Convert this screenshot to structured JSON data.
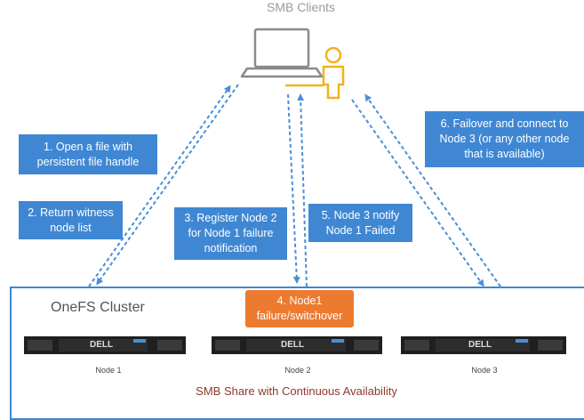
{
  "clients": {
    "title": "SMB Clients"
  },
  "steps": [
    {
      "text": "1. Open a file with persistent file handle"
    },
    {
      "text": "2. Return witness node list"
    },
    {
      "text": "3. Register Node 2 for Node 1 failure notification"
    },
    {
      "text": "5. Node 3 notify Node 1 Failed"
    },
    {
      "text": "6. Failover and connect to Node 3 (or any other node that is available)"
    }
  ],
  "cluster": {
    "title": "OneFS Cluster",
    "failure_label": "4. Node1 failure/switchover",
    "nodes": [
      {
        "label": "Node 1"
      },
      {
        "label": "Node 2"
      },
      {
        "label": "Node 3"
      }
    ],
    "server_brand": "DELL",
    "footer": "SMB Share with Continuous Availability"
  },
  "colors": {
    "step_box": "#3f87d3",
    "failure_box": "#ec7a2f",
    "user_icon": "#f2b21b",
    "arrow": "#4a8fd6"
  }
}
